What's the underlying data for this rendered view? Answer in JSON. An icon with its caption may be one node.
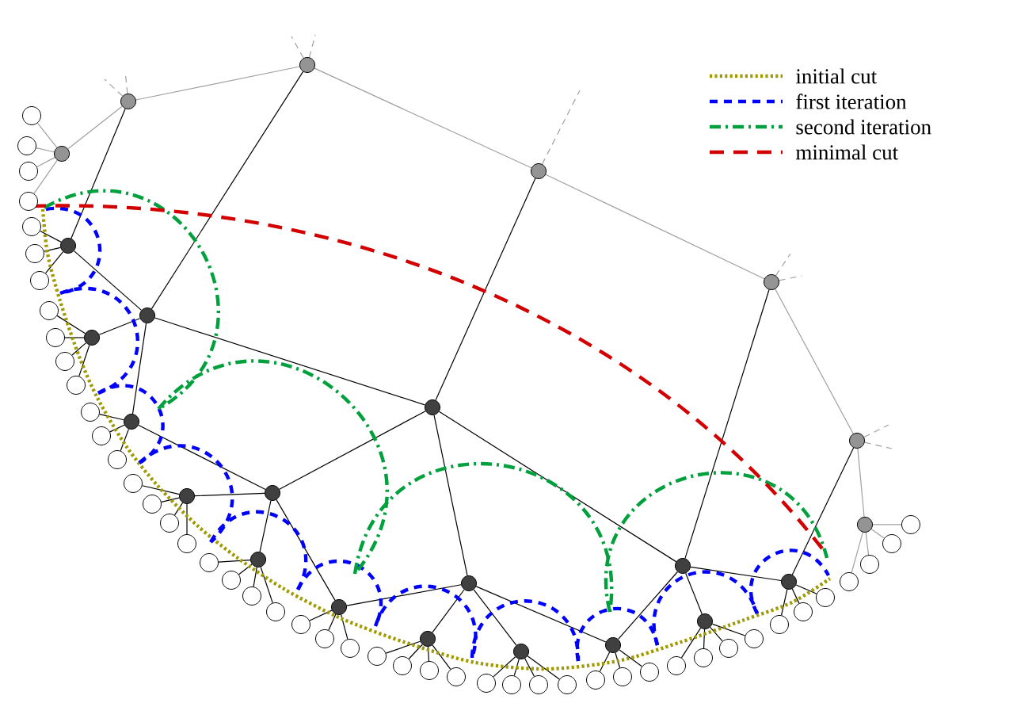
{
  "diagram": {
    "nodes": [
      {
        "text": [],
        "shape": "circle"
      },
      {
        "text": [],
        "shape": "circle"
      },
      {
        "text": [],
        "shape": "circle"
      },
      {
        "text": [],
        "shape": "circle"
      },
      {
        "text": [],
        "shape": "circle"
      },
      {
        "text": [],
        "shape": "circle"
      },
      {
        "text": [],
        "shape": "circle"
      },
      {
        "text": [],
        "shape": "circle"
      },
      {
        "text": [],
        "shape": "circle"
      },
      {
        "text": [],
        "shape": "circle"
      },
      {
        "text": [],
        "shape": "circle"
      },
      {
        "text": [],
        "shape": "circle"
      },
      {
        "text": [],
        "shape": "circle"
      },
      {
        "text": [],
        "shape": "circle"
      },
      {
        "text": [],
        "shape": "circle"
      },
      {
        "text": [],
        "shape": "circle"
      },
      {
        "text": [],
        "shape": "circle"
      },
      {
        "text": [],
        "shape": "circle"
      },
      {
        "text": [],
        "shape": "circle"
      },
      {
        "text": [],
        "shape": "circle"
      },
      {
        "text": [],
        "shape": "circle"
      },
      {
        "text": [],
        "shape": "circle"
      },
      {
        "text": [],
        "shape": "circle"
      },
      {
        "text": [],
        "shape": "circle"
      },
      {
        "text": [],
        "shape": "circle"
      },
      {
        "text": [],
        "shape": "circle"
      },
      {
        "text": [],
        "shape": "circle"
      },
      {
        "text": [],
        "shape": "circle"
      },
      {
        "text": [],
        "shape": "circle"
      },
      {
        "text": [],
        "shape": "circle"
      },
      {
        "text": [],
        "shape": "circle"
      },
      {
        "text": [],
        "shape": "circle"
      },
      {
        "text": [],
        "shape": "circle"
      },
      {
        "text": [],
        "shape": "circle"
      },
      {
        "text": [],
        "shape": "circle"
      },
      {
        "text": [],
        "shape": "circle"
      },
      {
        "text": [],
        "shape": "circle"
      },
      {
        "text": [],
        "shape": "circle"
      },
      {
        "text": [],
        "shape": "circle"
      },
      {
        "text": [],
        "shape": "circle"
      },
      {
        "text": [],
        "shape": "circle"
      },
      {
        "text": [],
        "shape": "circle"
      },
      {
        "text": [],
        "shape": "circle"
      },
      {
        "text": [],
        "shape": "circle"
      },
      {
        "text": [],
        "shape": "circle"
      },
      {
        "text": [],
        "shape": "circle"
      },
      {
        "text": [],
        "shape": "circle"
      },
      {
        "text": [],
        "shape": "circle"
      },
      {
        "text": [],
        "shape": "circle"
      },
      {
        "text": [],
        "shape": "circle"
      },
      {
        "text": [],
        "shape": "circle"
      },
      {
        "text": [],
        "shape": "circle"
      },
      {
        "text": [],
        "shape": "circle"
      },
      {
        "text": [],
        "shape": "circle"
      },
      {
        "text": [],
        "shape": "circle"
      },
      {
        "text": [],
        "shape": "circle"
      },
      {
        "text": [],
        "shape": "circle"
      },
      {
        "text": [],
        "shape": "circle"
      },
      {
        "text": [],
        "shape": "circle"
      },
      {
        "text": [],
        "shape": "circle"
      },
      {
        "text": [],
        "shape": "circle"
      },
      {
        "text": [],
        "shape": "circle"
      },
      {
        "text": [],
        "shape": "circle"
      },
      {
        "text": [],
        "shape": "circle"
      },
      {
        "text": [],
        "shape": "circle"
      },
      {
        "text": [],
        "shape": "circle"
      },
      {
        "text": [],
        "shape": "circle"
      },
      {
        "text": [],
        "shape": "circle"
      },
      {
        "text": [],
        "shape": "circle"
      },
      {
        "text": [],
        "shape": "circle"
      }
    ],
    "edges": [
      {
        "from": 1,
        "to": 0,
        "arrow": "none",
        "color": "#a0a0a0"
      },
      {
        "from": 1,
        "to": 2,
        "arrow": "none",
        "color": "#a0a0a0"
      },
      {
        "from": 0,
        "to": 3,
        "arrow": "none",
        "color": "#a0a0a0"
      },
      {
        "from": 3,
        "to": 4,
        "arrow": "none",
        "color": "#a0a0a0"
      },
      {
        "from": 4,
        "to": 5,
        "arrow": "none",
        "color": "#a0a0a0"
      },
      {
        "from": 5,
        "to": 6,
        "arrow": "none",
        "color": "#a0a0a0"
      },
      {
        "from": 1,
        "to": null,
        "arrow": "none",
        "style": "dashed",
        "color": "#a0a0a0"
      },
      {
        "from": 1,
        "to": null,
        "arrow": "none",
        "style": "dashed",
        "color": "#a0a0a0"
      },
      {
        "from": 0,
        "to": null,
        "arrow": "none",
        "style": "dashed",
        "color": "#a0a0a0"
      },
      {
        "from": 0,
        "to": null,
        "arrow": "none",
        "style": "dashed",
        "color": "#a0a0a0"
      },
      {
        "from": 3,
        "to": null,
        "arrow": "none",
        "style": "dashed",
        "color": "#a0a0a0"
      },
      {
        "from": 4,
        "to": null,
        "arrow": "none",
        "style": "dashed",
        "color": "#a0a0a0"
      },
      {
        "from": 4,
        "to": null,
        "arrow": "none",
        "style": "dashed",
        "color": "#a0a0a0"
      },
      {
        "from": 5,
        "to": null,
        "arrow": "none",
        "style": "dashed",
        "color": "#a0a0a0"
      },
      {
        "from": 5,
        "to": null,
        "arrow": "none",
        "style": "dashed",
        "color": "#a0a0a0"
      },
      {
        "from": 1,
        "to": 12,
        "arrow": "none"
      },
      {
        "from": 0,
        "to": 7,
        "arrow": "none"
      },
      {
        "from": 7,
        "to": 12,
        "arrow": "none"
      },
      {
        "from": 7,
        "to": 13,
        "arrow": "none"
      },
      {
        "from": 7,
        "to": 14,
        "arrow": "none"
      },
      {
        "from": 7,
        "to": 8,
        "arrow": "none"
      },
      {
        "from": 3,
        "to": 8,
        "arrow": "none"
      },
      {
        "from": 8,
        "to": 9,
        "arrow": "none"
      },
      {
        "from": 8,
        "to": 10,
        "arrow": "none"
      },
      {
        "from": 8,
        "to": 11,
        "arrow": "none"
      },
      {
        "from": 9,
        "to": 14,
        "arrow": "none"
      },
      {
        "from": 9,
        "to": 15,
        "arrow": "none"
      },
      {
        "from": 9,
        "to": 16,
        "arrow": "none"
      },
      {
        "from": 9,
        "to": 17,
        "arrow": "none"
      },
      {
        "from": 10,
        "to": 17,
        "arrow": "none"
      },
      {
        "from": 10,
        "to": 18,
        "arrow": "none"
      },
      {
        "from": 10,
        "to": 19,
        "arrow": "none"
      },
      {
        "from": 10,
        "to": 20,
        "arrow": "none"
      },
      {
        "from": 11,
        "to": 20,
        "arrow": "none"
      },
      {
        "from": 11,
        "to": 21,
        "arrow": "none"
      },
      {
        "from": 11,
        "to": 22,
        "arrow": "none"
      },
      {
        "from": 11,
        "to": 4,
        "arrow": "none"
      },
      {
        "from": 22,
        "to": 5,
        "arrow": "none"
      },
      {
        "from": 2,
        "to": 23,
        "arrow": "none",
        "color": "#a0a0a0"
      },
      {
        "from": 2,
        "to": 24,
        "arrow": "none",
        "color": "#a0a0a0"
      },
      {
        "from": 2,
        "to": 25,
        "arrow": "none",
        "color": "#a0a0a0"
      },
      {
        "from": 2,
        "to": 26,
        "arrow": "none",
        "color": "#a0a0a0"
      },
      {
        "from": 12,
        "to": 27,
        "arrow": "none"
      },
      {
        "from": 12,
        "to": 28,
        "arrow": "none"
      },
      {
        "from": 12,
        "to": 29,
        "arrow": "none"
      },
      {
        "from": 13,
        "to": 30,
        "arrow": "none"
      },
      {
        "from": 13,
        "to": 31,
        "arrow": "none"
      },
      {
        "from": 13,
        "to": 32,
        "arrow": "none"
      },
      {
        "from": 13,
        "to": 33,
        "arrow": "none"
      },
      {
        "from": 14,
        "to": 34,
        "arrow": "none"
      },
      {
        "from": 14,
        "to": 35,
        "arrow": "none"
      },
      {
        "from": 14,
        "to": 36,
        "arrow": "none"
      },
      {
        "from": 15,
        "to": 37,
        "arrow": "none"
      },
      {
        "from": 15,
        "to": 38,
        "arrow": "none"
      },
      {
        "from": 15,
        "to": 39,
        "arrow": "none"
      },
      {
        "from": 15,
        "to": 40,
        "arrow": "none"
      },
      {
        "from": 16,
        "to": 41,
        "arrow": "none"
      },
      {
        "from": 16,
        "to": 42,
        "arrow": "none"
      },
      {
        "from": 16,
        "to": 43,
        "arrow": "none"
      },
      {
        "from": 16,
        "to": 44,
        "arrow": "none"
      },
      {
        "from": 17,
        "to": 45,
        "arrow": "none"
      },
      {
        "from": 17,
        "to": 46,
        "arrow": "none"
      },
      {
        "from": 17,
        "to": 47,
        "arrow": "none"
      },
      {
        "from": 18,
        "to": 48,
        "arrow": "none"
      },
      {
        "from": 18,
        "to": 49,
        "arrow": "none"
      },
      {
        "from": 18,
        "to": 50,
        "arrow": "none"
      },
      {
        "from": 18,
        "to": 51,
        "arrow": "none"
      },
      {
        "from": 19,
        "to": 52,
        "arrow": "none"
      },
      {
        "from": 19,
        "to": 53,
        "arrow": "none"
      },
      {
        "from": 19,
        "to": 54,
        "arrow": "none"
      },
      {
        "from": 19,
        "to": 55,
        "arrow": "none"
      },
      {
        "from": 20,
        "to": 56,
        "arrow": "none"
      },
      {
        "from": 20,
        "to": 57,
        "arrow": "none"
      },
      {
        "from": 20,
        "to": 58,
        "arrow": "none"
      },
      {
        "from": 21,
        "to": 59,
        "arrow": "none"
      },
      {
        "from": 21,
        "to": 60,
        "arrow": "none"
      },
      {
        "from": 21,
        "to": 61,
        "arrow": "none"
      },
      {
        "from": 21,
        "to": 62,
        "arrow": "none"
      },
      {
        "from": 22,
        "to": 63,
        "arrow": "none"
      },
      {
        "from": 22,
        "to": 64,
        "arrow": "none"
      },
      {
        "from": 22,
        "to": 65,
        "arrow": "none"
      },
      {
        "from": 6,
        "to": 66,
        "arrow": "none",
        "color": "#a0a0a0"
      },
      {
        "from": 6,
        "to": 67,
        "arrow": "none",
        "color": "#a0a0a0"
      },
      {
        "from": 6,
        "to": 68,
        "arrow": "none",
        "color": "#a0a0a0"
      },
      {
        "from": 6,
        "to": 69,
        "arrow": "none",
        "color": "#a0a0a0"
      }
    ],
    "legend": [
      {
        "text": "initial cut"
      },
      {
        "text": "first iteration"
      },
      {
        "text": "second iteration"
      },
      {
        "text": "minimal cut"
      }
    ]
  }
}
